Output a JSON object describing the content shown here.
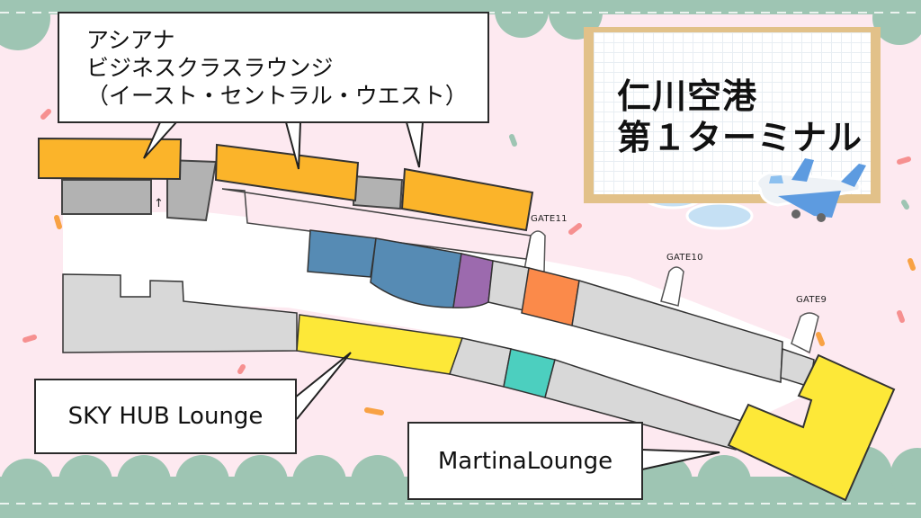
{
  "map": {
    "title_line1": "仁川空港",
    "title_line2": "第１ターミナル",
    "theme_colors": {
      "background": "#fde9f0",
      "border_green": "#9ec5b3",
      "lounge_asiana": "#fbb42a",
      "lounge_skyhub": "#fde838",
      "lounge_martina": "#fde838",
      "shop_blue": "#568bb4",
      "shop_purple": "#9c6aae",
      "shop_orange": "#fb8a4a",
      "shop_teal": "#4ccfbf",
      "building_gray": "#d8d8d8",
      "building_dark_gray": "#b2b2b2"
    },
    "callouts": {
      "asiana": {
        "line1": "アシアナ",
        "line2": "ビジネスクラスラウンジ",
        "line3": "（イースト・セントラル・ウエスト）"
      },
      "skyhub": {
        "label": "SKY HUB Lounge"
      },
      "martina": {
        "label": "MartinaLounge"
      }
    },
    "gates": [
      {
        "label": "GATE11"
      },
      {
        "label": "GATE10"
      },
      {
        "label": "GATE9"
      }
    ],
    "arrow": "↑"
  }
}
